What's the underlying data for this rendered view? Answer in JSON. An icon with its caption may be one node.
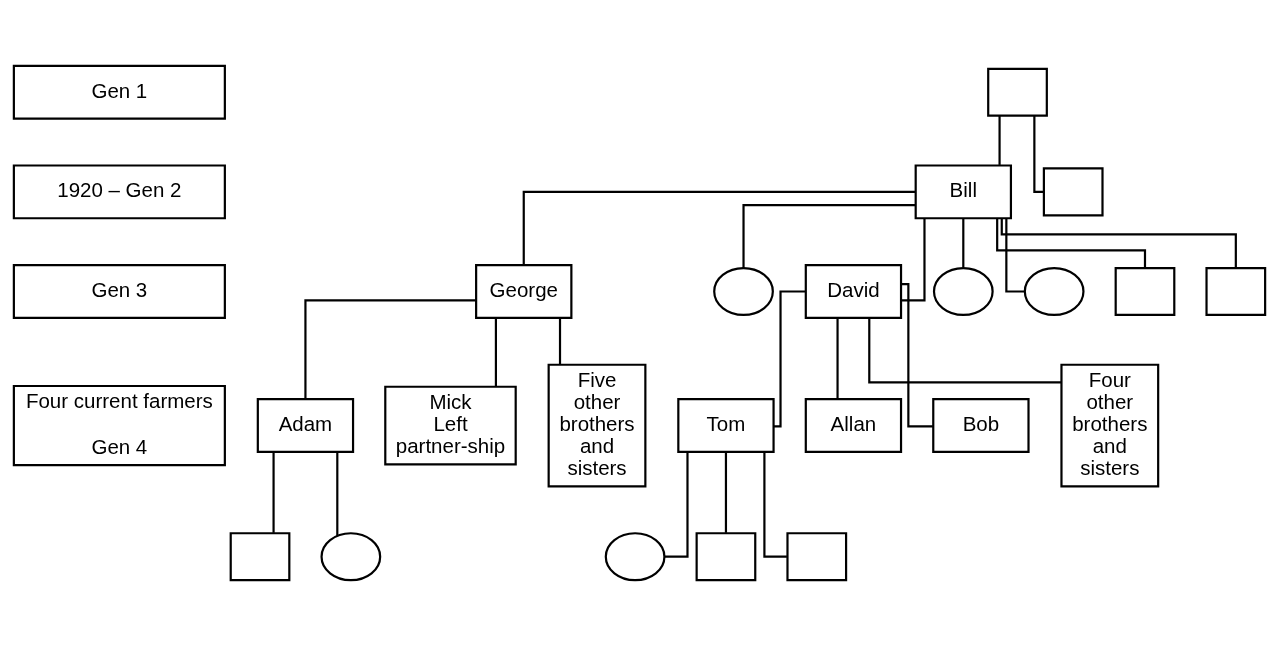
{
  "diagram": {
    "nodes": [
      {
        "text": [
          "Gen 1"
        ]
      },
      {
        "text": [
          "1920 – Gen 2"
        ]
      },
      {
        "text": [
          "Gen 3"
        ]
      },
      {
        "text": [
          "Four current farmers",
          "Gen 4"
        ]
      },
      {
        "text": [],
        "shape": "box"
      },
      {
        "text": [
          "Bill"
        ]
      },
      {
        "text": [],
        "shape": "box"
      },
      {
        "text": [
          "George"
        ]
      },
      {
        "text": [],
        "shape": "circle"
      },
      {
        "text": [
          "David"
        ]
      },
      {
        "text": [],
        "shape": "circle"
      },
      {
        "text": [],
        "shape": "circle"
      },
      {
        "text": [],
        "shape": "box"
      },
      {
        "text": [],
        "shape": "box"
      },
      {
        "text": [
          "Adam"
        ]
      },
      {
        "text": [
          "Mick",
          "Left partner-ship"
        ]
      },
      {
        "text": [
          "Five other brothers and sisters"
        ]
      },
      {
        "text": [
          "Tom"
        ]
      },
      {
        "text": [
          "Allan"
        ]
      },
      {
        "text": [
          "Bob"
        ]
      },
      {
        "text": [
          "Four other brothers and sisters"
        ]
      },
      {
        "text": [],
        "shape": "box"
      },
      {
        "text": [],
        "shape": "circle"
      },
      {
        "text": [],
        "shape": "circle"
      },
      {
        "text": [],
        "shape": "box"
      },
      {
        "text": [],
        "shape": "box"
      }
    ],
    "edges": [
      {
        "from": 4,
        "to": 5,
        "arrow": "none"
      },
      {
        "from": 4,
        "to": 6,
        "arrow": "none"
      },
      {
        "from": 5,
        "to": 7,
        "arrow": "none"
      },
      {
        "from": 5,
        "to": 8,
        "arrow": "none"
      },
      {
        "from": 5,
        "to": 9,
        "arrow": "none"
      },
      {
        "from": 5,
        "to": 10,
        "arrow": "none"
      },
      {
        "from": 5,
        "to": 11,
        "arrow": "none"
      },
      {
        "from": 5,
        "to": 12,
        "arrow": "none"
      },
      {
        "from": 5,
        "to": 13,
        "arrow": "none"
      },
      {
        "from": 7,
        "to": 14,
        "arrow": "none"
      },
      {
        "from": 7,
        "to": 15,
        "arrow": "none"
      },
      {
        "from": 7,
        "to": 16,
        "arrow": "none"
      },
      {
        "from": 9,
        "to": 17,
        "arrow": "none"
      },
      {
        "from": 9,
        "to": 18,
        "arrow": "none"
      },
      {
        "from": 9,
        "to": 19,
        "arrow": "none"
      },
      {
        "from": 9,
        "to": 20,
        "arrow": "none"
      },
      {
        "from": 14,
        "to": 21,
        "arrow": "none"
      },
      {
        "from": 14,
        "to": 22,
        "arrow": "none"
      },
      {
        "from": 17,
        "to": 23,
        "arrow": "none"
      },
      {
        "from": 17,
        "to": 24,
        "arrow": "none"
      },
      {
        "from": 17,
        "to": 25,
        "arrow": "none"
      }
    ]
  }
}
